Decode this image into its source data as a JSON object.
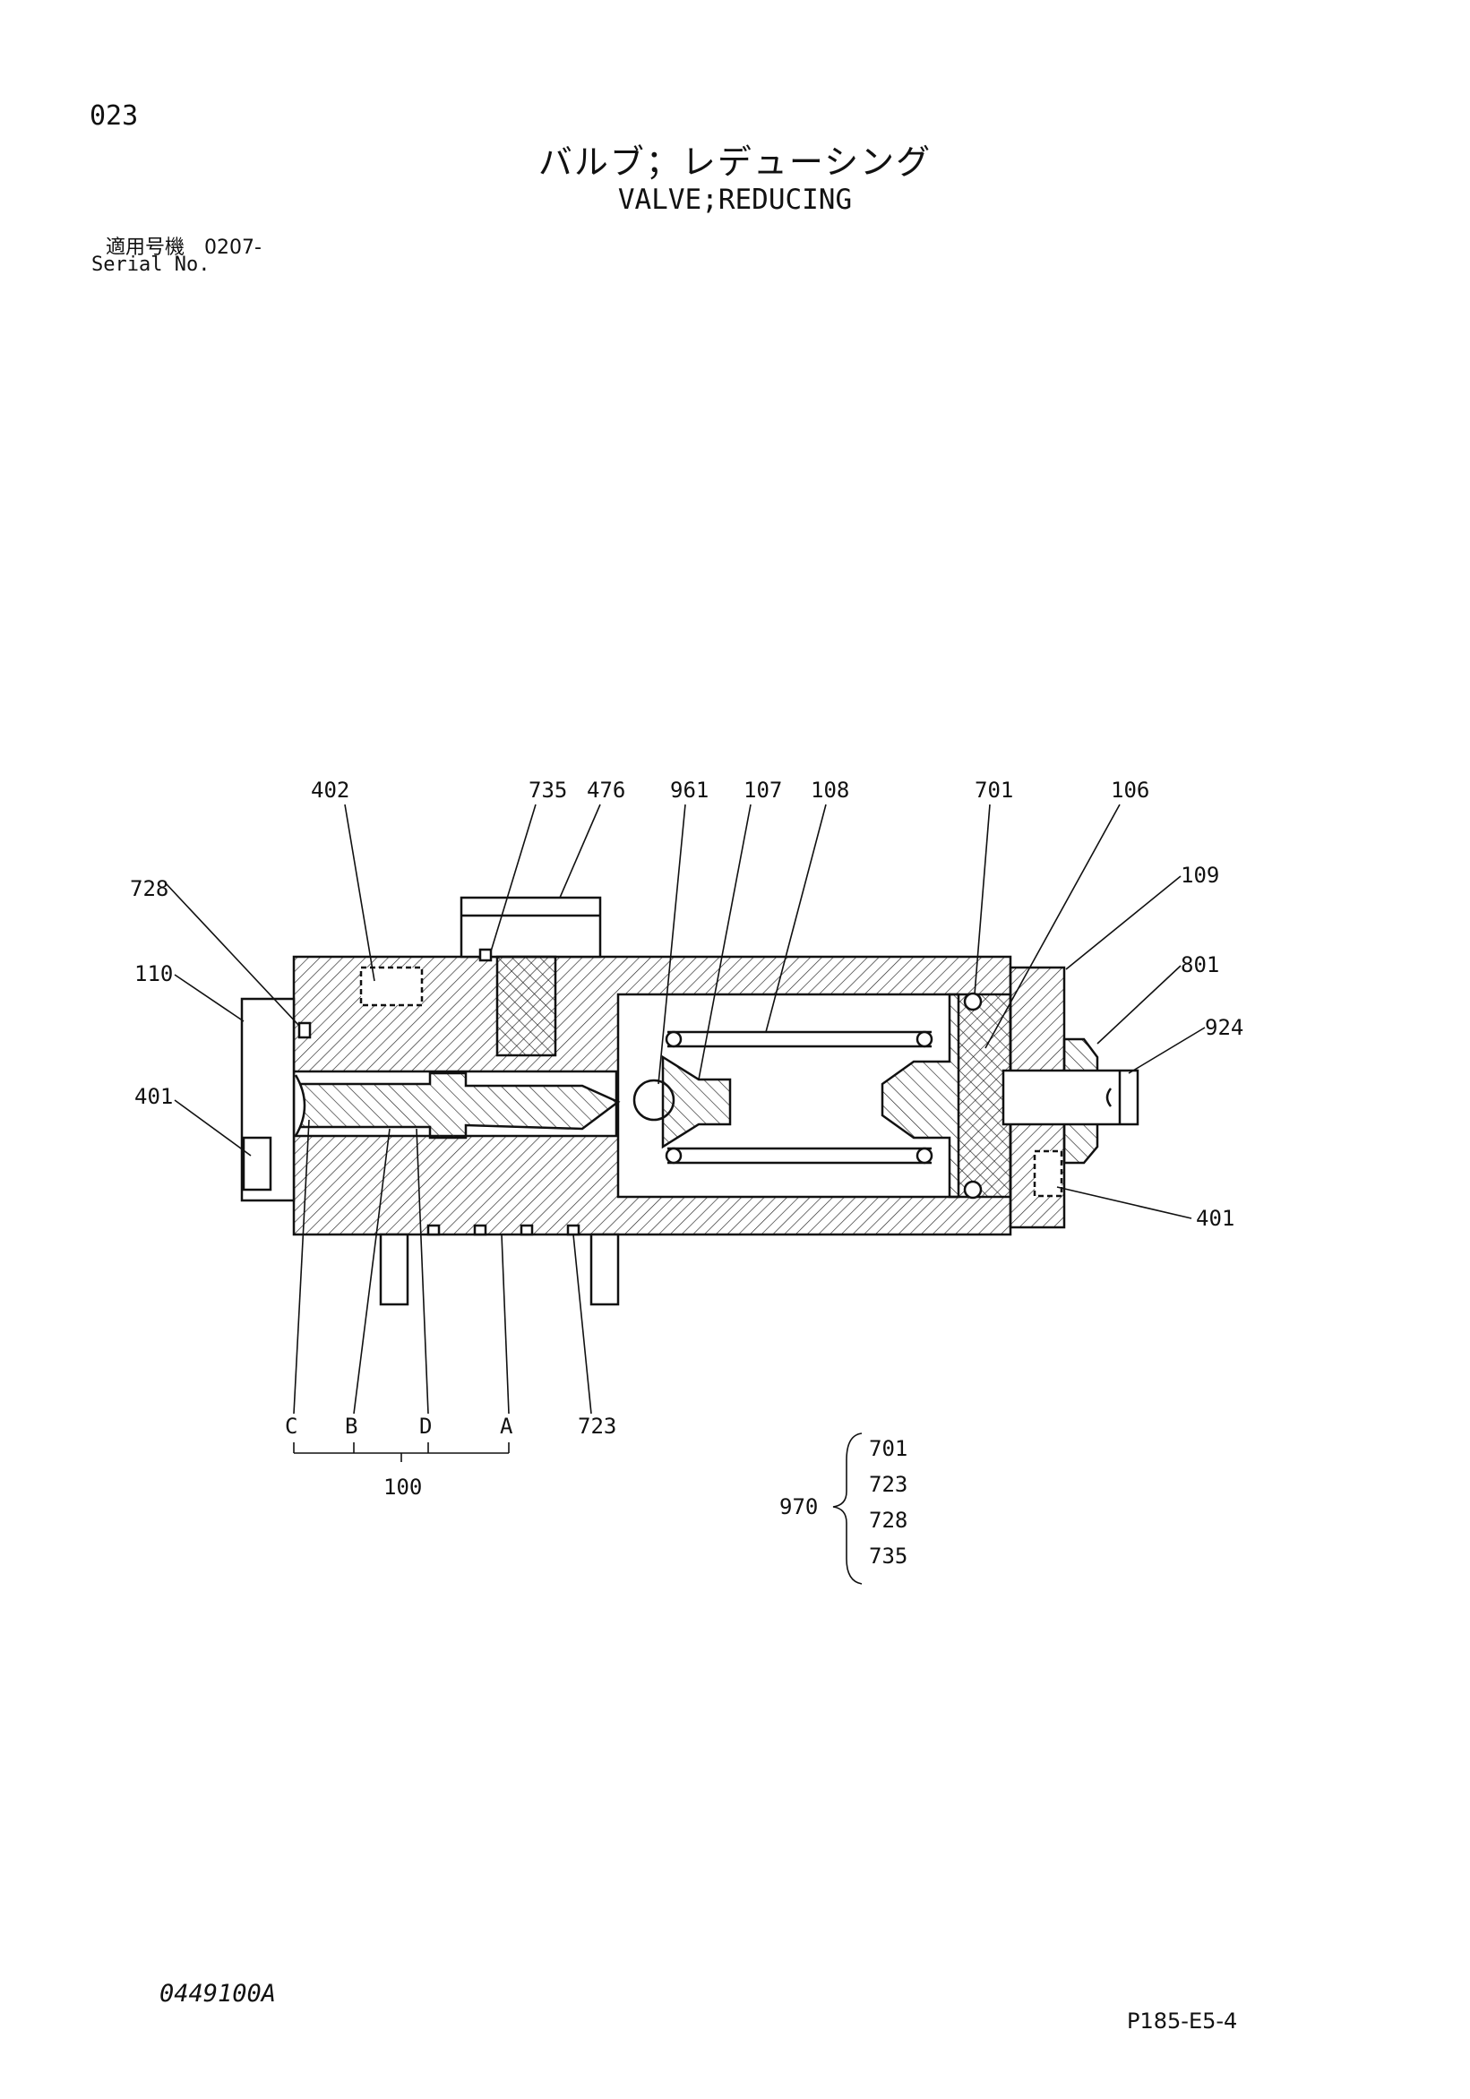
{
  "header": {
    "page_number": "023",
    "title_jp": "バルブ；レデューシング",
    "title_en": "VALVE;REDUCING",
    "serial_label_jp": "適用号機　0207-",
    "serial_label_en": "Serial No."
  },
  "footer": {
    "doc_code": "0449100A",
    "page_ref": "P185-E5-4"
  },
  "part_labels": {
    "p402": "402",
    "p735": "735",
    "p476": "476",
    "p961": "961",
    "p107": "107",
    "p108": "108",
    "p701": "701",
    "p106": "106",
    "p728": "728",
    "p109": "109",
    "p110": "110",
    "p801": "801",
    "p924": "924",
    "p401_left": "401",
    "p401_right": "401",
    "pC": "C",
    "pB": "B",
    "pD": "D",
    "pA": "A",
    "p723": "723",
    "p100": "100"
  },
  "kit": {
    "label": "970",
    "items": [
      "701",
      "723",
      "728",
      "735"
    ]
  }
}
